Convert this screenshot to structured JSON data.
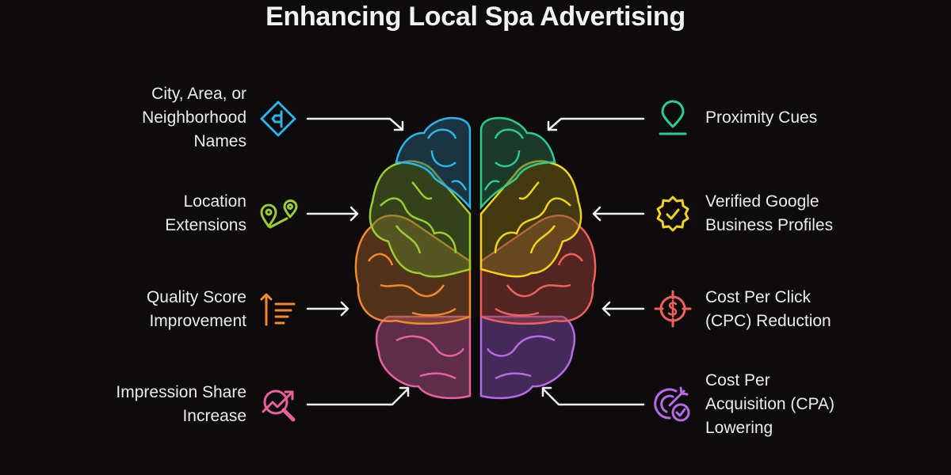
{
  "title": "Enhancing Local Spa Advertising",
  "colors": {
    "background": "#0d0b0b",
    "text": "#ececec",
    "arrow": "#f0f0f0"
  },
  "left_items": [
    {
      "label": "City, Area, or Neighborhood Names",
      "lines": [
        "City, Area, or",
        "Neighborhood",
        "Names"
      ],
      "icon": "road-sign-diamond-icon",
      "color": "#2bb5e8",
      "brain_region": "left-frontal"
    },
    {
      "label": "Location Extensions",
      "lines": [
        "Location",
        "Extensions"
      ],
      "icon": "route-pins-icon",
      "color": "#9acd32",
      "brain_region": "left-parietal"
    },
    {
      "label": "Quality Score Improvement",
      "lines": [
        "Quality Score",
        "Improvement"
      ],
      "icon": "sort-ascending-icon",
      "color": "#f08a2c",
      "brain_region": "left-temporal"
    },
    {
      "label": "Impression Share Increase",
      "lines": [
        "Impression Share",
        "Increase"
      ],
      "icon": "search-trend-icon",
      "color": "#e8609e",
      "brain_region": "left-occipital"
    }
  ],
  "right_items": [
    {
      "label": "Proximity Cues",
      "lines": [
        "Proximity Cues"
      ],
      "icon": "map-pin-icon",
      "color": "#2ecc8a",
      "brain_region": "right-frontal"
    },
    {
      "label": "Verified Google Business Profiles",
      "lines": [
        "Verified Google",
        "Business Profiles"
      ],
      "icon": "verified-badge-icon",
      "color": "#f2d21b",
      "brain_region": "right-parietal"
    },
    {
      "label": "Cost Per Click (CPC) Reduction",
      "lines": [
        "Cost Per Click",
        "(CPC) Reduction"
      ],
      "icon": "dollar-target-icon",
      "color": "#f0605a",
      "brain_region": "right-temporal"
    },
    {
      "label": "Cost Per Acquisition (CPA) Lowering",
      "lines": [
        "Cost Per",
        "Acquisition (CPA)",
        "Lowering"
      ],
      "icon": "target-check-icon",
      "color": "#b968e8",
      "brain_region": "right-occipital"
    }
  ]
}
